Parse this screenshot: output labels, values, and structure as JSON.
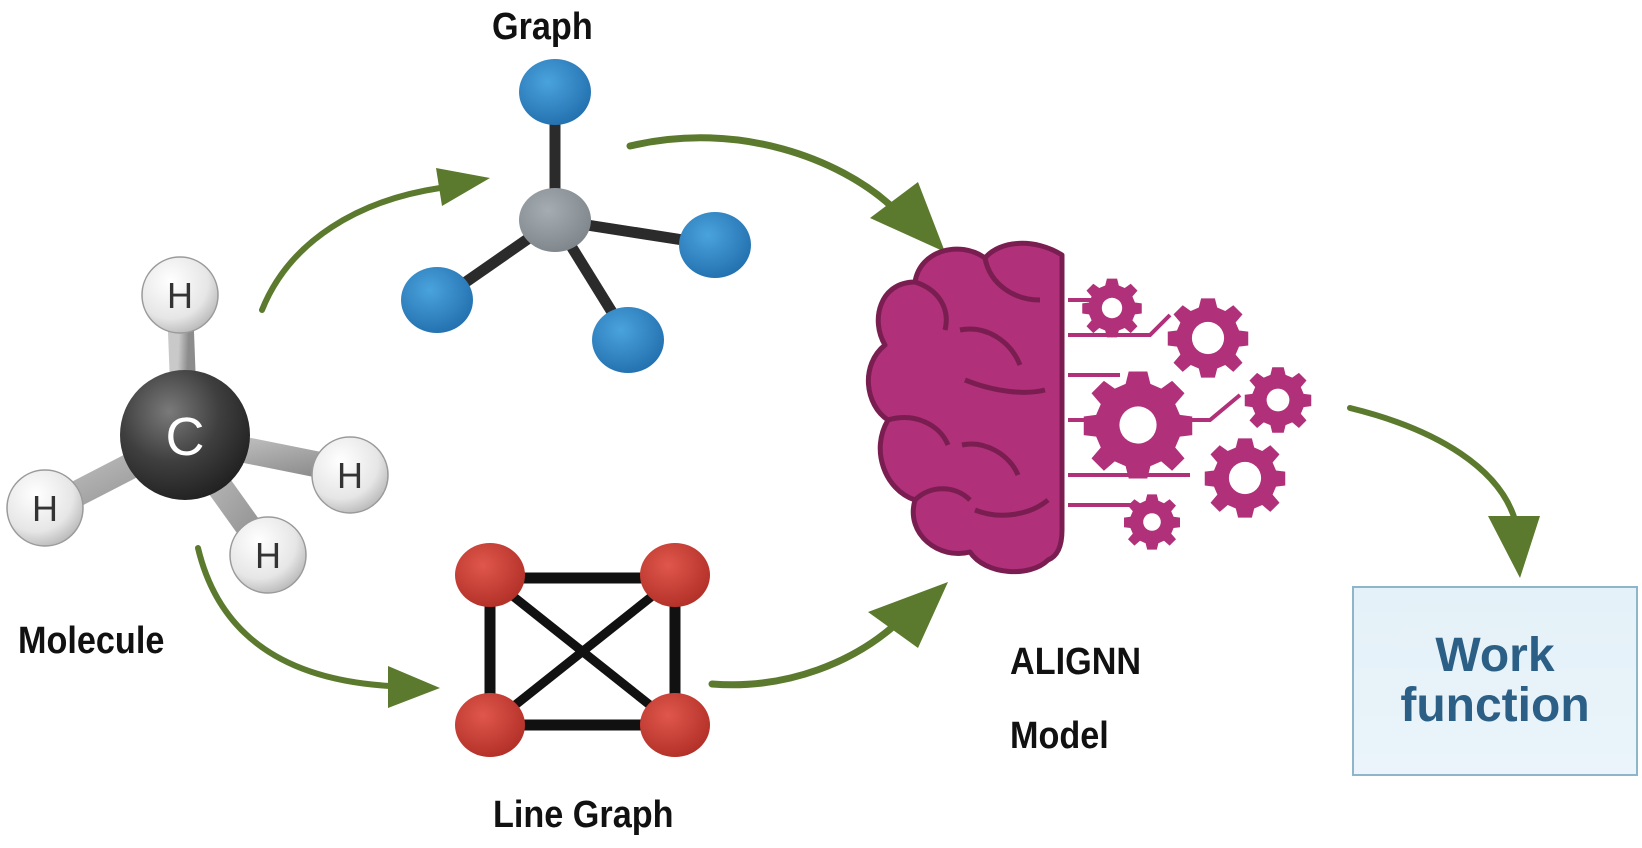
{
  "labels": {
    "graph": "Graph",
    "molecule": "Molecule",
    "line_graph": "Line Graph",
    "model_line1": "ALIGNN",
    "model_line2": "Model"
  },
  "molecule": {
    "center_atom": "C",
    "hydrogen_atoms": [
      "H",
      "H",
      "H",
      "H"
    ]
  },
  "output": {
    "line1": "Work",
    "line2": "function"
  },
  "colors": {
    "arrow": "#5b7a2e",
    "graph_center_node": "#8f969b",
    "graph_nodes": "#2f86c4",
    "line_graph_nodes": "#c9433a",
    "carbon": "#4a4a4a",
    "hydrogen": "#eeeeee",
    "brain": "#b0307a",
    "output_text": "#2c5f86"
  },
  "icons": [
    "molecule-icon",
    "graph-icon",
    "line-graph-icon",
    "brain-icon",
    "gear-icon"
  ]
}
